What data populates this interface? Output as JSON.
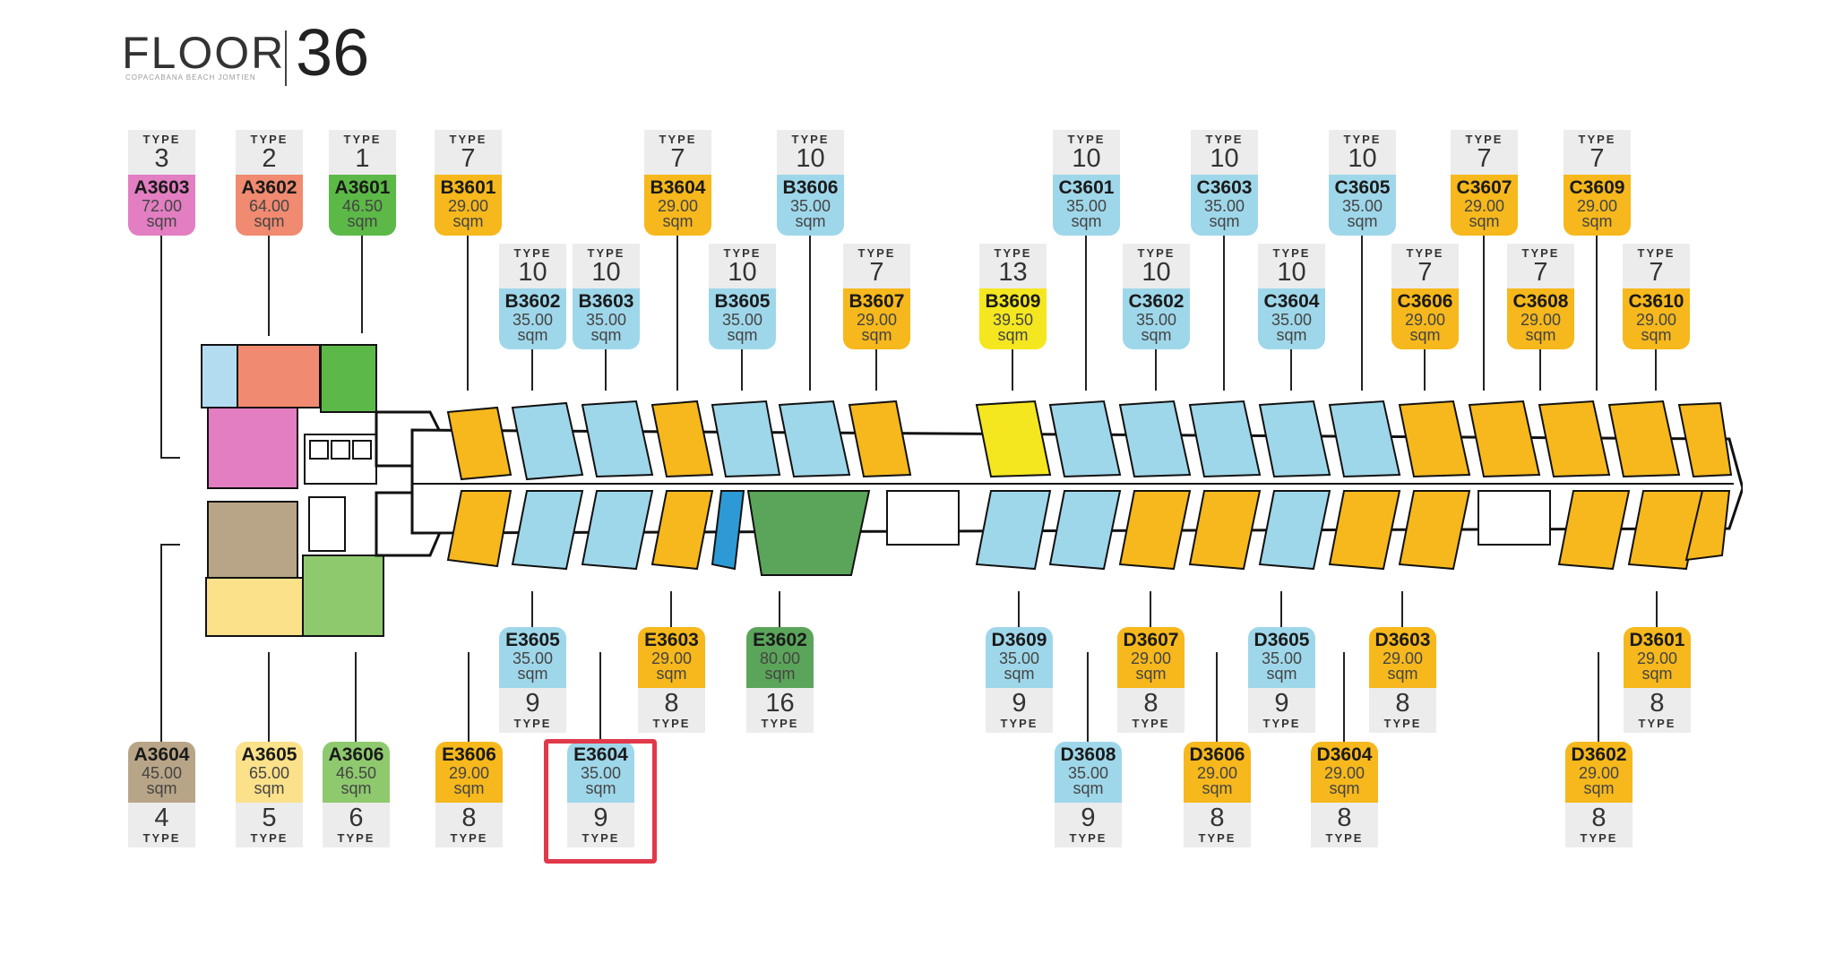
{
  "header": {
    "floor_label": "FLOOR",
    "floor_number": "36",
    "subtitle": "COPACABANA BEACH JOMTIEN"
  },
  "labels": {
    "type_word": "TYPE",
    "unit_word": "sqm"
  },
  "colors": {
    "type1": "#5cb947",
    "type2": "#f08a70",
    "type3": "#e27ec1",
    "type4": "#b8a587",
    "type5": "#fbe18a",
    "type6": "#8ec96e",
    "type7": "#f6b81c",
    "type8": "#f6b81c",
    "type9": "#9fd7ea",
    "type10": "#9fd7ea",
    "type13": "#f4e720",
    "type16": "#5ba55a",
    "highlight": "#e0394a"
  },
  "upper_row1": [
    {
      "id": "A3603",
      "type": "3",
      "area": "72.00"
    },
    {
      "id": "A3602",
      "type": "2",
      "area": "64.00"
    },
    {
      "id": "A3601",
      "type": "1",
      "area": "46.50"
    },
    {
      "id": "B3601",
      "type": "7",
      "area": "29.00"
    },
    {
      "id": "B3604",
      "type": "7",
      "area": "29.00"
    },
    {
      "id": "B3606",
      "type": "10",
      "area": "35.00"
    },
    {
      "id": "C3601",
      "type": "10",
      "area": "35.00"
    },
    {
      "id": "C3603",
      "type": "10",
      "area": "35.00"
    },
    {
      "id": "C3605",
      "type": "10",
      "area": "35.00"
    },
    {
      "id": "C3607",
      "type": "7",
      "area": "29.00"
    },
    {
      "id": "C3609",
      "type": "7",
      "area": "29.00"
    }
  ],
  "upper_row2": [
    {
      "id": "B3602",
      "type": "10",
      "area": "35.00"
    },
    {
      "id": "B3603",
      "type": "10",
      "area": "35.00"
    },
    {
      "id": "B3605",
      "type": "10",
      "area": "35.00"
    },
    {
      "id": "B3607",
      "type": "7",
      "area": "29.00"
    },
    {
      "id": "B3609",
      "type": "13",
      "area": "39.50"
    },
    {
      "id": "C3602",
      "type": "10",
      "area": "35.00"
    },
    {
      "id": "C3604",
      "type": "10",
      "area": "35.00"
    },
    {
      "id": "C3606",
      "type": "7",
      "area": "29.00"
    },
    {
      "id": "C3608",
      "type": "7",
      "area": "29.00"
    },
    {
      "id": "C3610",
      "type": "7",
      "area": "29.00"
    }
  ],
  "lower_row1": [
    {
      "id": "E3605",
      "type": "9",
      "area": "35.00"
    },
    {
      "id": "E3603",
      "type": "8",
      "area": "29.00"
    },
    {
      "id": "E3602",
      "type": "16",
      "area": "80.00"
    },
    {
      "id": "D3609",
      "type": "9",
      "area": "35.00"
    },
    {
      "id": "D3607",
      "type": "8",
      "area": "29.00"
    },
    {
      "id": "D3605",
      "type": "9",
      "area": "35.00"
    },
    {
      "id": "D3603",
      "type": "8",
      "area": "29.00"
    },
    {
      "id": "D3601",
      "type": "8",
      "area": "29.00"
    }
  ],
  "lower_row2": [
    {
      "id": "A3604",
      "type": "4",
      "area": "45.00"
    },
    {
      "id": "A3605",
      "type": "5",
      "area": "65.00"
    },
    {
      "id": "A3606",
      "type": "6",
      "area": "46.50"
    },
    {
      "id": "E3606",
      "type": "8",
      "area": "29.00"
    },
    {
      "id": "E3604",
      "type": "9",
      "area": "35.00",
      "selected": true
    },
    {
      "id": "D3608",
      "type": "9",
      "area": "35.00"
    },
    {
      "id": "D3606",
      "type": "8",
      "area": "29.00"
    },
    {
      "id": "D3604",
      "type": "8",
      "area": "29.00"
    },
    {
      "id": "D3602",
      "type": "8",
      "area": "29.00"
    }
  ]
}
